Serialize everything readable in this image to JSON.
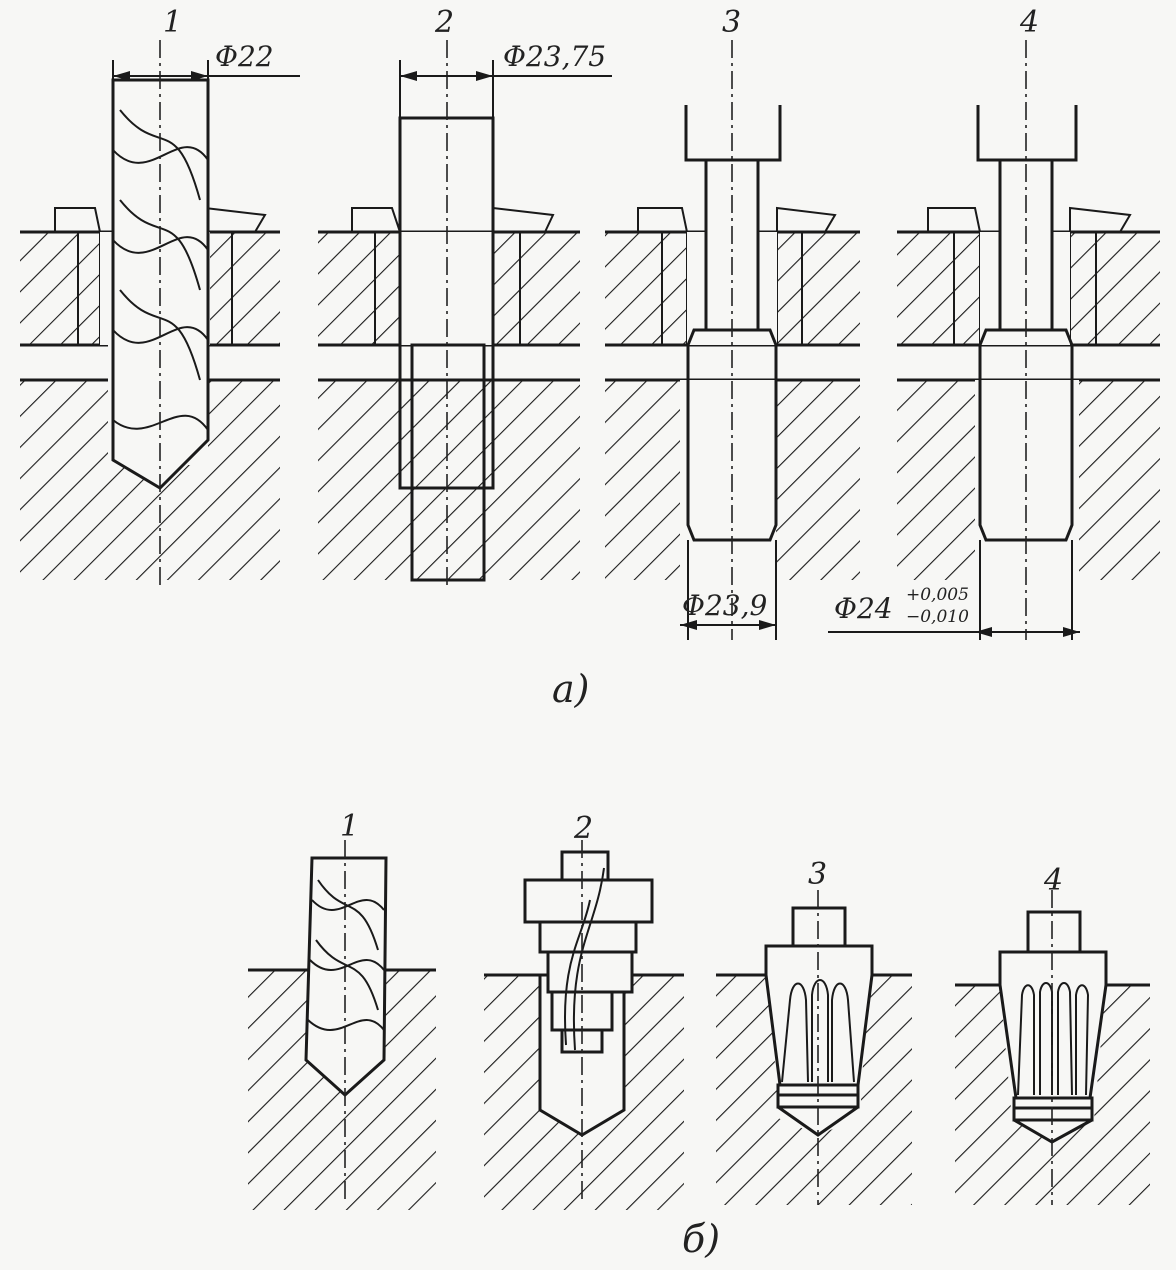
{
  "part_a": {
    "caption": "a)",
    "steps": [
      {
        "number": "1",
        "dimension": "Φ22"
      },
      {
        "number": "2",
        "dimension": "Φ23,75"
      },
      {
        "number": "3",
        "dimension": "Φ23,9"
      },
      {
        "number": "4",
        "dimension": "Φ24",
        "tol_upper": "+0,005",
        "tol_lower": "−0,010"
      }
    ]
  },
  "part_b": {
    "caption": "б)",
    "steps": [
      {
        "number": "1"
      },
      {
        "number": "2"
      },
      {
        "number": "3"
      },
      {
        "number": "4"
      }
    ]
  }
}
